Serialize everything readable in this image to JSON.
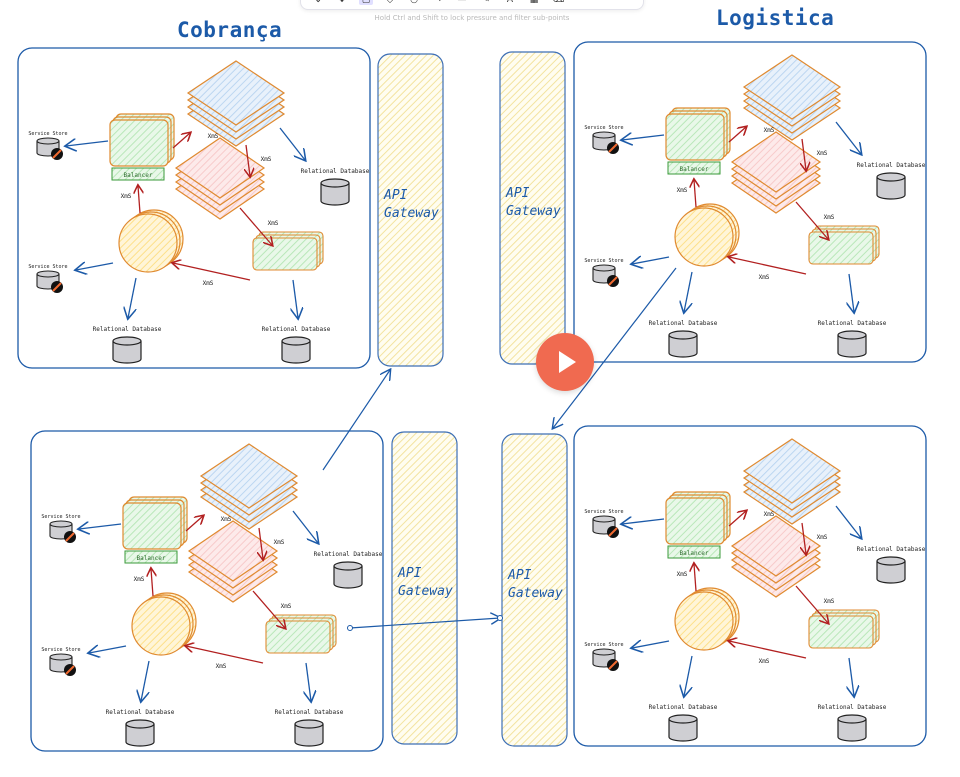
{
  "toolbar": {
    "tools": [
      "⇕",
      "✥",
      "▢",
      "◇",
      "○",
      "→",
      "—",
      "✎",
      "A",
      "▦",
      "⌫",
      "⋯"
    ],
    "active_index": 2,
    "hint": "Hold Ctrl and Shift to lock pressure and filter sub-points"
  },
  "titles": {
    "left": "Cobrança",
    "right": "Logistica"
  },
  "labels": {
    "gateway_line1": "API",
    "gateway_line2": "Gateway",
    "service_store": "Service Store",
    "relational_db": "Relational Database",
    "balancer": "Balancer",
    "xms": "XmS"
  },
  "colors": {
    "frame": "#1c5aa8",
    "gateway_fill": "#fbf3c8",
    "gateway_stroke": "#3d6fb5",
    "stack_blue": "#bcd6f1",
    "stack_red": "#f7caca",
    "stack_orange": "#e08a30",
    "green": "#b9e7b9",
    "yellow": "#fde08a",
    "arrow_red": "#b22020",
    "arrow_blue": "#1c5aa8",
    "play": "#f06a50"
  },
  "media": {
    "play_icon": "play-icon"
  }
}
